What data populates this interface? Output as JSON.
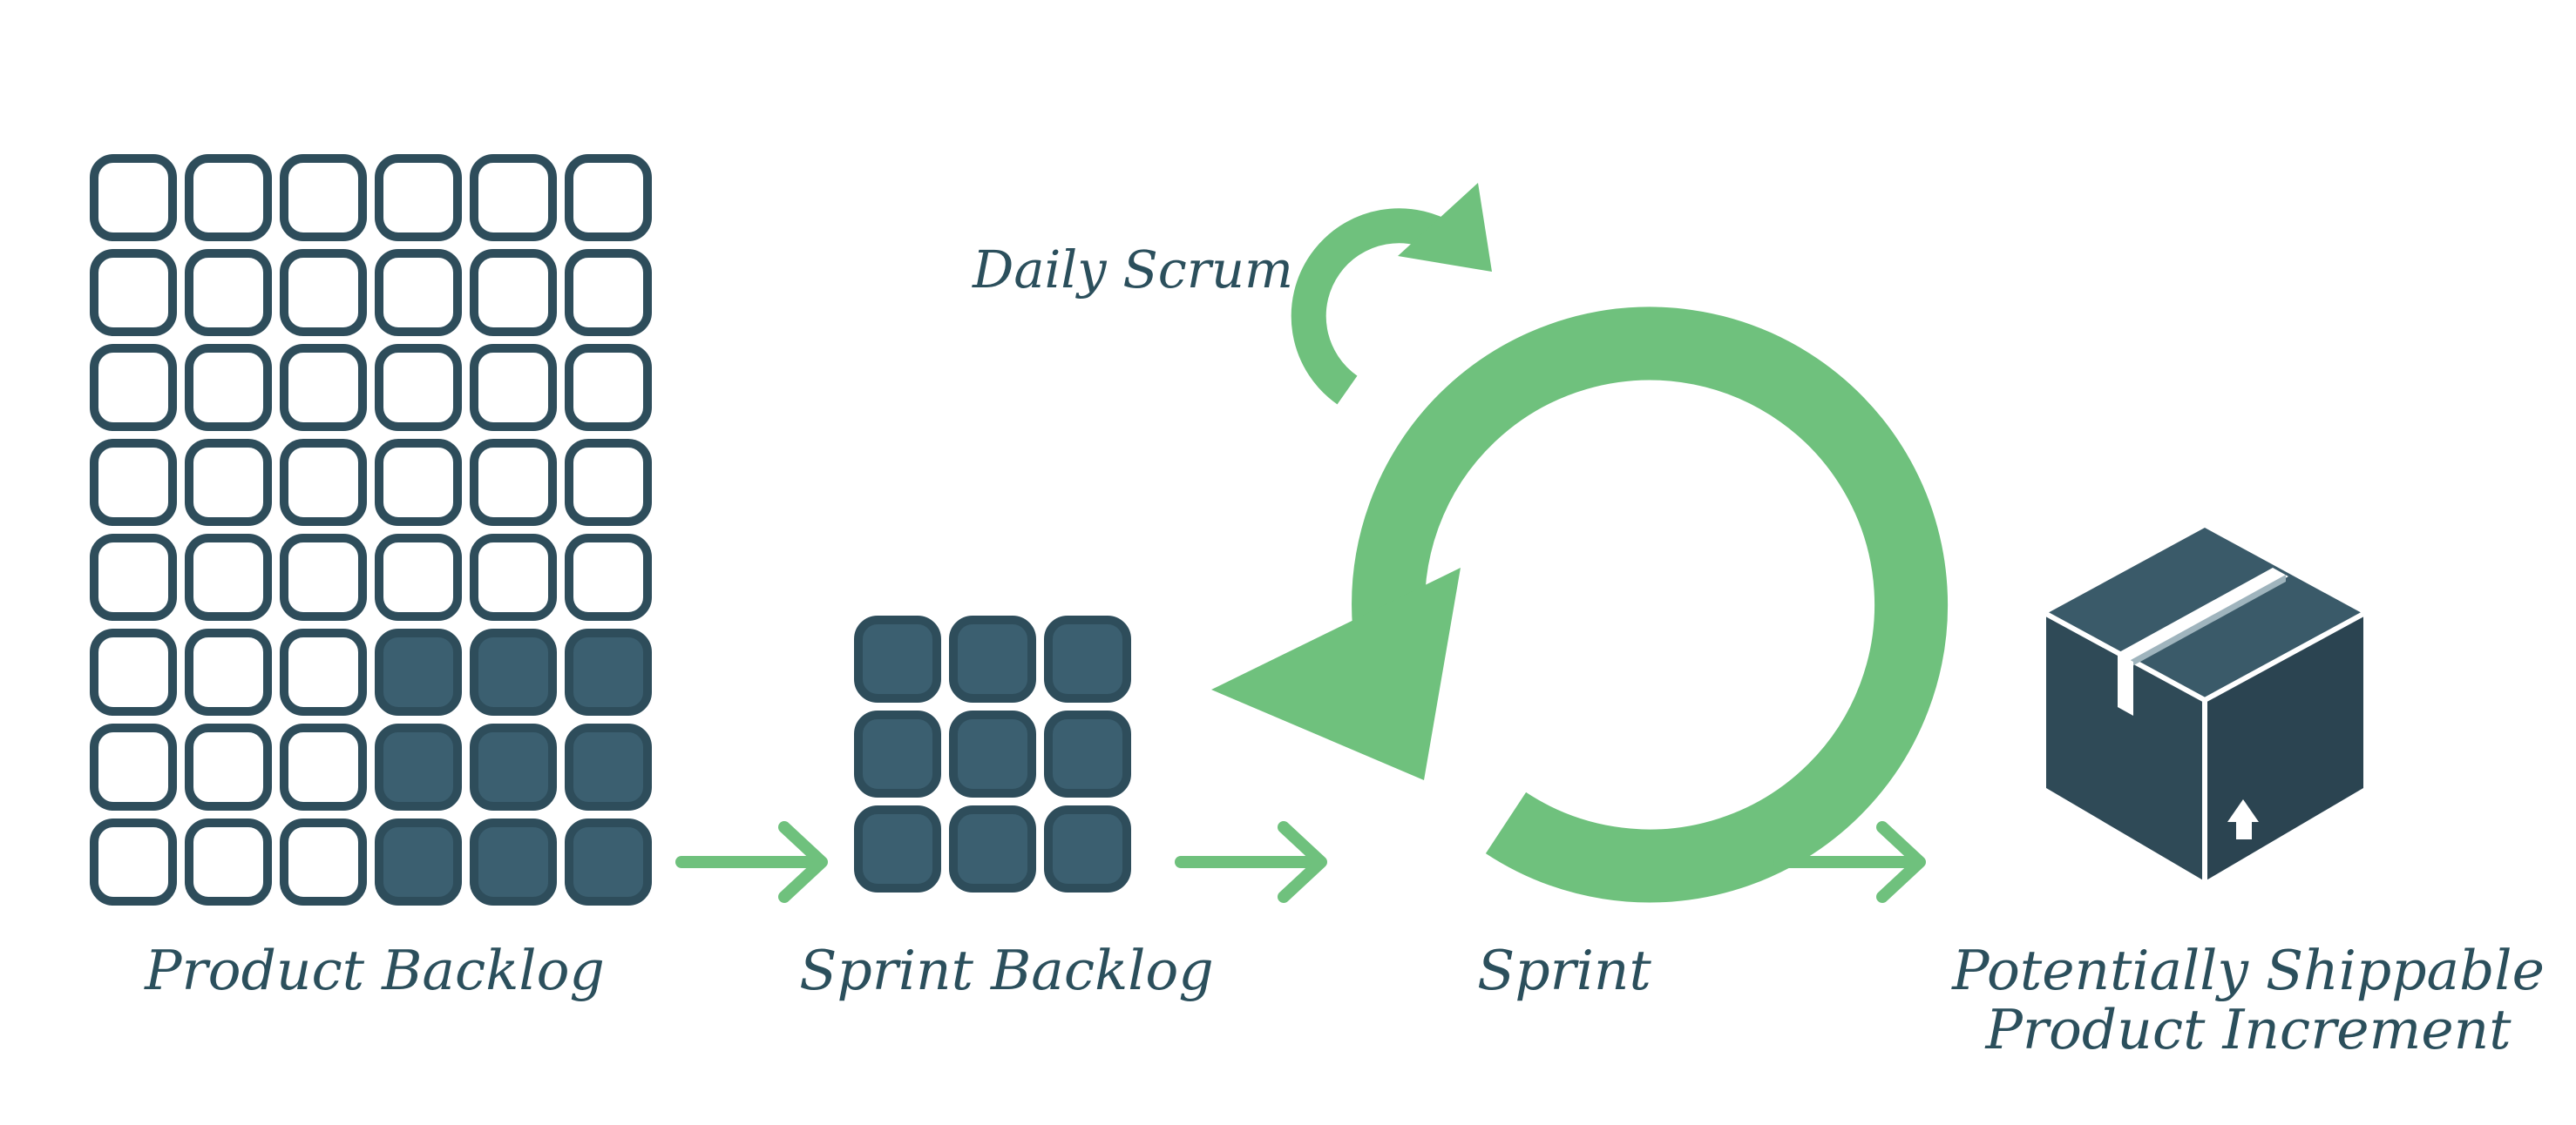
{
  "colors": {
    "background": "#ffffff",
    "dark": "#3b5f70",
    "dark_stroke": "#2e4d5b",
    "green": "#6fc17d",
    "text": "#2b4f5c",
    "box_body": "#2f4a57"
  },
  "product_backlog": {
    "label": "Product Backlog",
    "columns": 6,
    "rows": 8,
    "filled_cells": [
      [
        5,
        3
      ],
      [
        5,
        4
      ],
      [
        5,
        5
      ],
      [
        6,
        3
      ],
      [
        6,
        4
      ],
      [
        6,
        5
      ],
      [
        7,
        3
      ],
      [
        7,
        4
      ],
      [
        7,
        5
      ]
    ]
  },
  "sprint_backlog": {
    "label": "Sprint Backlog",
    "columns": 3,
    "rows": 3
  },
  "sprint": {
    "label": "Sprint",
    "daily_scrum_label": "Daily Scrum"
  },
  "increment": {
    "label_line1": "Potentially Shippable",
    "label_line2": "Product Increment",
    "icon": "shipping-box-icon"
  },
  "icons": [
    "arrow-right-icon",
    "cycle-arrow-icon",
    "daily-loop-arrow-icon",
    "shipping-box-icon"
  ]
}
